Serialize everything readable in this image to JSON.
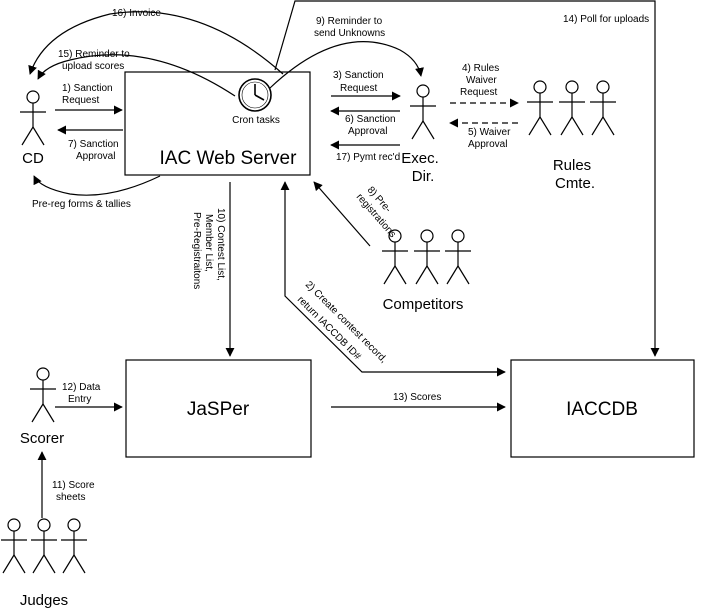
{
  "nodes": {
    "web_server": "IAC Web Server",
    "cron": "Cron tasks",
    "jasper": "JaSPer",
    "iaccdb": "IACCDB",
    "cd": "CD",
    "exec_dir_line1": "Exec.",
    "exec_dir_line2": "Dir.",
    "rules_cmte_line1": "Rules",
    "rules_cmte_line2": "Cmte.",
    "competitors": "Competitors",
    "scorer": "Scorer",
    "judges": "Judges"
  },
  "edges": {
    "e1_l1": "1) Sanction",
    "e1_l2": "Request",
    "e2_l1": "2) Create contest record,",
    "e2_l2": "return IACCDB ID#",
    "e3_l1": "3) Sanction",
    "e3_l2": "Request",
    "e4_l1": "4) Rules",
    "e4_l2": "Waiver",
    "e4_l3": "Request",
    "e5_l1": "5) Waiver",
    "e5_l2": "Approval",
    "e6_l1": "6) Sanction",
    "e6_l2": "Approval",
    "e7_l1": "7) Sanction",
    "e7_l2": "Approval",
    "e8_l1": "8) Pre-",
    "e8_l2": "registrations",
    "e9_l1": "9) Reminder to",
    "e9_l2": "send Unknowns",
    "e10_l1": "10) Contest List,",
    "e10_l2": "Member List,",
    "e10_l3": "Pre-Registraitons",
    "e11_l1": "11) Score",
    "e11_l2": "sheets",
    "e12_l1": "12) Data",
    "e12_l2": "Entry",
    "e13": "13) Scores",
    "e14": "14) Poll for uploads",
    "e15_l1": "15) Reminder to",
    "e15_l2": "upload scores",
    "e16": "16) Invoice",
    "e17": "17) Pymt rec'd",
    "prereg": "Pre-reg forms & tallies"
  }
}
